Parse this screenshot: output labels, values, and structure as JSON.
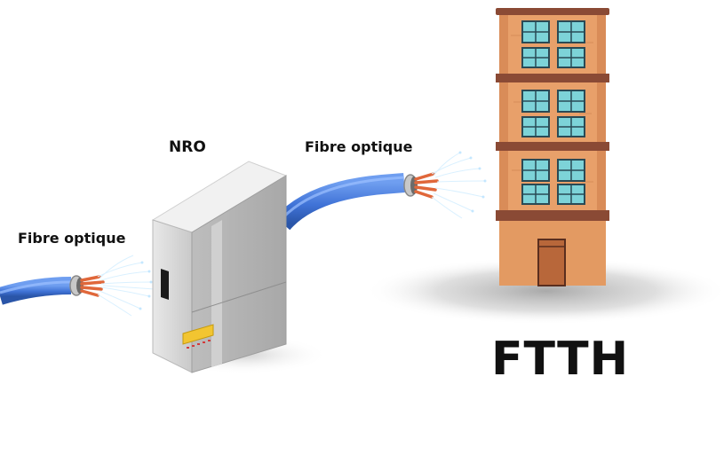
{
  "labels": {
    "fibre_left": "Fibre optique",
    "nro": "NRO",
    "fibre_right": "Fibre optique",
    "ftth": "FTTH"
  },
  "colors": {
    "cable_blue": "#4a7fe0",
    "cable_dark": "#2f5fb8",
    "copper": "#e0673a",
    "brick": "#e8a06a",
    "brick_dark": "#8a4a35",
    "window": "#7dd3d8",
    "door": "#b8673a",
    "cabinet": "#d9d9d9",
    "display": "#f2c531"
  },
  "icons": [
    "fiber-cable-icon",
    "server-cabinet-icon",
    "building-icon"
  ]
}
